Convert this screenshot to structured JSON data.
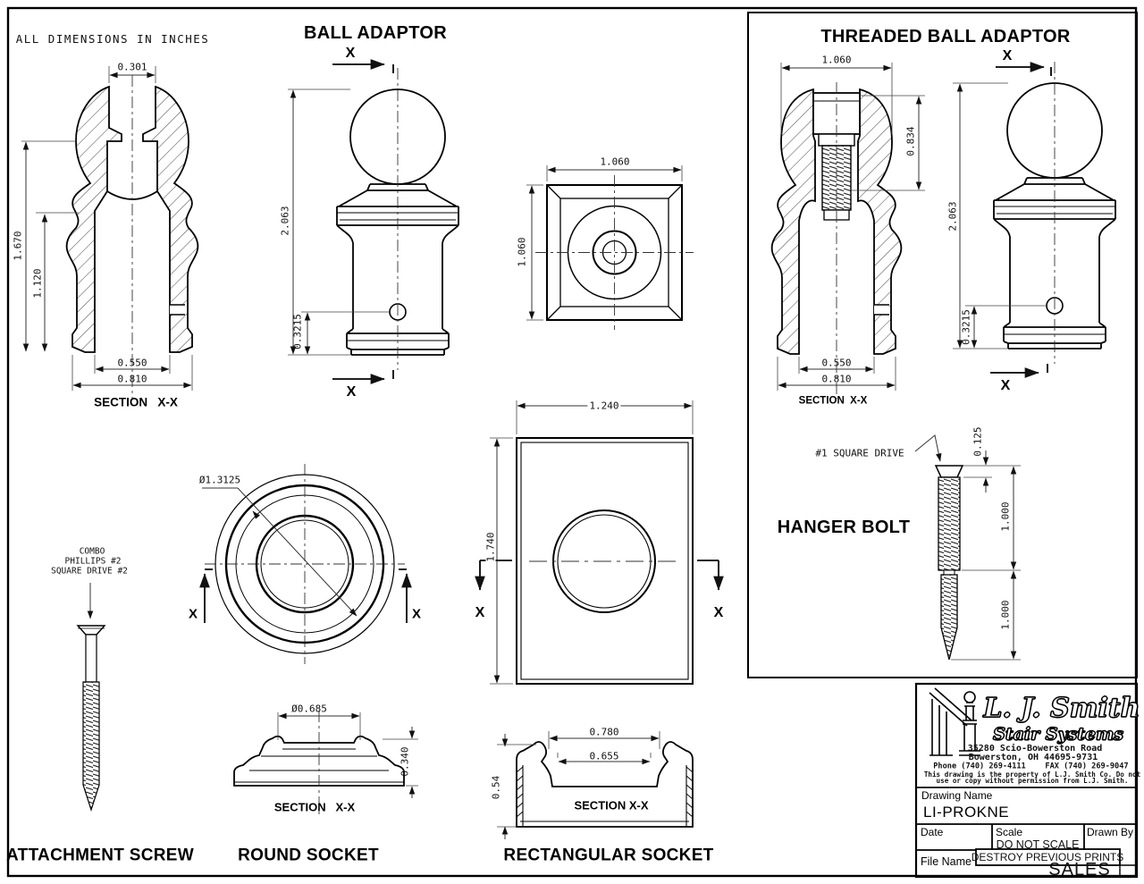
{
  "sheet": {
    "units_note": "ALL DIMENSIONS IN INCHES"
  },
  "common": {
    "x_marker": "X"
  },
  "ball_adaptor": {
    "title": "BALL ADAPTOR",
    "section": {
      "label": "SECTION   X-X",
      "dim_socket_width": "0.301",
      "dim_overall_height": "1.670",
      "dim_body_height": "1.120",
      "dim_bore_dia": "0.550",
      "dim_base_dia": "0.810"
    },
    "elevation": {
      "dim_height": "2.063",
      "dim_hole_height": "0.3215"
    },
    "plan": {
      "dim_width": "1.060",
      "dim_depth": "1.060"
    }
  },
  "threaded_ball_adaptor": {
    "title": "THREADED BALL ADAPTOR",
    "section": {
      "label": "SECTION  X-X",
      "dim_ball_width": "1.060",
      "dim_thread_length": "0.834",
      "dim_bore_dia": "0.550",
      "dim_base_dia": "0.810"
    },
    "elevation": {
      "dim_height": "2.063",
      "dim_hole_height": "0.3215"
    }
  },
  "hanger_bolt": {
    "title": "HANGER BOLT",
    "callout": "#1 SQUARE DRIVE",
    "dim_head_height": "0.125",
    "dim_machine_thread": "1.000",
    "dim_wood_thread": "1.000"
  },
  "attachment_screw": {
    "title": "ATTACHMENT SCREW",
    "callout": [
      "COMBO",
      "PHILLIPS #2",
      "SQUARE DRIVE #2"
    ]
  },
  "round_socket": {
    "title": "ROUND SOCKET",
    "plan": {
      "dim_outer_dia": "Ø1.3125"
    },
    "section": {
      "label": "SECTION   X-X",
      "dim_opening_dia": "Ø0.685",
      "dim_height": "0.340"
    }
  },
  "rectangular_socket": {
    "title": "RECTANGULAR SOCKET",
    "plan": {
      "dim_width": "1.240",
      "dim_depth": "1.740"
    },
    "section": {
      "label": "SECTION X-X",
      "dim_outer_width": "0.780",
      "dim_inner_width": "0.655",
      "dim_height": "0.54"
    }
  },
  "title_block": {
    "company": "L. J. Smith",
    "company_sub": "Stair Systems",
    "address1": "35280 Scio-Bowerston Road",
    "address2": "Bowerston, OH 44695-9731",
    "phone": "Phone (740) 269-4111",
    "fax": "FAX (740) 269-9047",
    "note1": "This drawing is the property of L.J. Smith Co. Do not",
    "note2": "use or copy without permission from L.J. Smith.",
    "drawing_name_label": "Drawing Name",
    "drawing_name": "LI-PROKNE",
    "date_label": "Date",
    "scale_label": "Scale",
    "scale_value": "DO NOT SCALE",
    "drawn_by_label": "Drawn By",
    "file_name_label": "File Name",
    "stamp": "DESTROY PREVIOUS PRINTS",
    "sales": "SALES"
  }
}
